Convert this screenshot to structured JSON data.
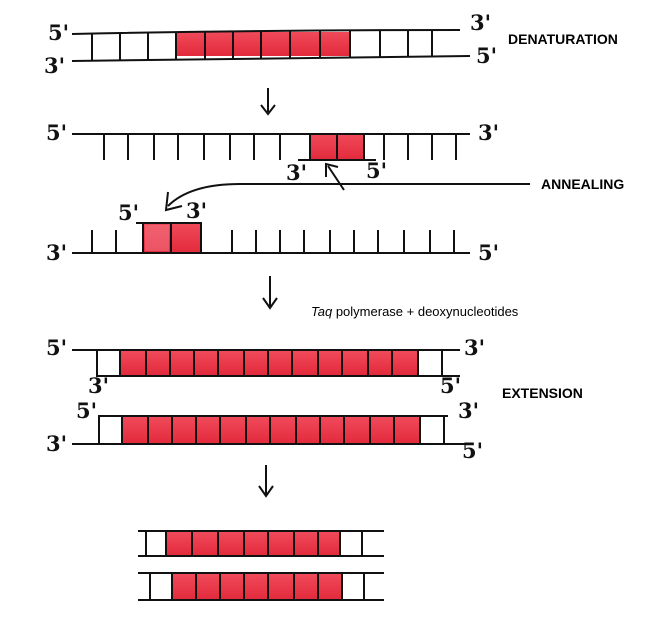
{
  "labels": {
    "denaturation": "DENATURATION",
    "annealing": "ANNEALING",
    "extension": "EXTENSION",
    "enzyme_name": "Taq",
    "enzyme_rest": " polymerase + deoxynucleotides"
  },
  "strand_ends": {
    "five": "5'",
    "three": "3'"
  },
  "colors": {
    "primer_red": "#ec3344",
    "primer_light": "#f06a78",
    "outline": "#111111",
    "background": "#ffffff"
  },
  "icons": [
    "down-arrow-icon",
    "curved-arrow-icon",
    "up-arrow-icon"
  ]
}
